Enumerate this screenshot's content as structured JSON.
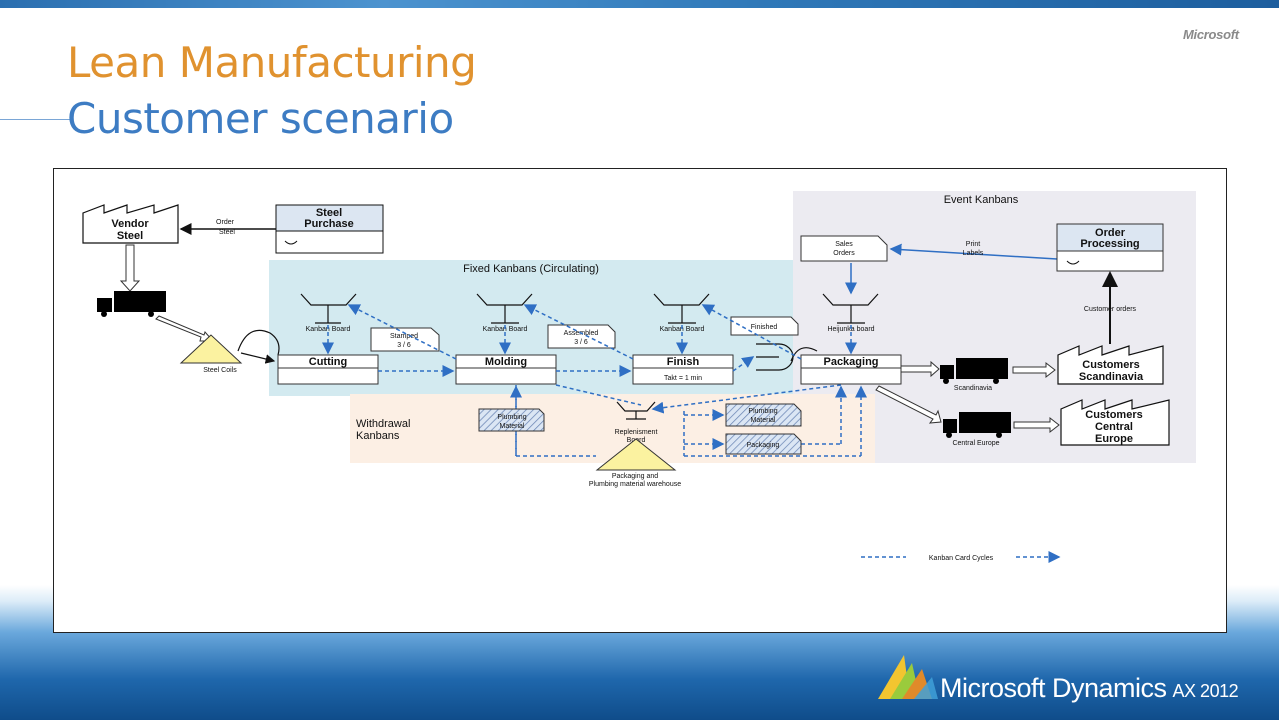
{
  "slide": {
    "title_line1": "Lean Manufacturing",
    "title_line2": "Customer scenario",
    "corner_logo": "Microsoft",
    "footer_brand": "Microsoft Dynamics",
    "footer_version": "AX 2012"
  },
  "diagram": {
    "regions": {
      "fixed_kanbans": "Fixed Kanbans (Circulating)",
      "event_kanbans": "Event Kanbans",
      "withdrawal_kanbans_1": "Withdrawal",
      "withdrawal_kanbans_2": "Kanbans"
    },
    "vendor": [
      "Vendor",
      "Steel"
    ],
    "steel_purchase": [
      "Steel",
      "Purchase"
    ],
    "order_steel": [
      "Order",
      "Steel"
    ],
    "steel_coils": "Steel Coils",
    "kanban_board": "Kanban Board",
    "heijunka_board": "Heijunka board",
    "stamped": [
      "Stamped",
      "3 / 6"
    ],
    "assembled": [
      "Assembled",
      "3 / 6"
    ],
    "finished": "Finished",
    "cutting": "Cutting",
    "molding": "Molding",
    "finish": "Finish",
    "takt": "Takt = 1 min",
    "packaging": "Packaging",
    "sales_orders": [
      "Sales",
      "Orders"
    ],
    "print_labels": [
      "Print",
      "Labels"
    ],
    "order_processing": [
      "Order",
      "Processing"
    ],
    "customer_orders": "Customer orders",
    "scandinavia": "Scandinavia",
    "central_europe": "Central Europe",
    "customers_scandinavia": [
      "Customers",
      "Scandinavia"
    ],
    "customers_central_europe": [
      "Customers",
      "Central",
      "Europe"
    ],
    "plumbing_material": [
      "Plumbing",
      "Material"
    ],
    "packaging_card": "Packaging",
    "replenishment_board": [
      "Replenisment",
      "Board"
    ],
    "warehouse": [
      "Packaging and",
      "Plumbing material warehouse"
    ],
    "legend": "Kanban Card Cycles"
  },
  "colors": {
    "title_orange": "#e0922f",
    "title_blue": "#3d7cc3",
    "fixed_region": "#d3eaf0",
    "event_region": "#ecebf1",
    "withdrawal_region": "#fcefe4",
    "kanban_arrow": "#2f6fc4",
    "process_box": "#ffffff",
    "header_fill": "#dce6f2",
    "warehouse_triangle": "#fbf2a0"
  }
}
